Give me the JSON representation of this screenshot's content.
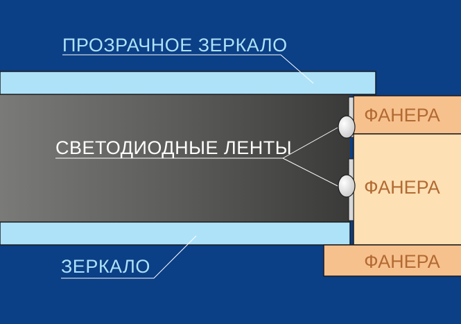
{
  "labels": {
    "transparent_mirror": "ПРОЗРАЧНОЕ ЗЕРКАЛО",
    "led_strips": "СВЕТОДИОДНЫЕ ЛЕНТЫ",
    "mirror": "ЗЕРКАЛО"
  },
  "plywood": {
    "top": "ФАНЕРА",
    "middle": "ФАНЕРА",
    "bottom": "ФАНЕРА"
  },
  "colors": {
    "background": "#0b3f86",
    "glass": "#aee2f8",
    "plywood_outer": "#f7c18e",
    "plywood_middle": "#fde0b4",
    "plywood_text": "#b26a32",
    "label_text": "#aee2f8",
    "led_label_text": "#ffffff"
  }
}
